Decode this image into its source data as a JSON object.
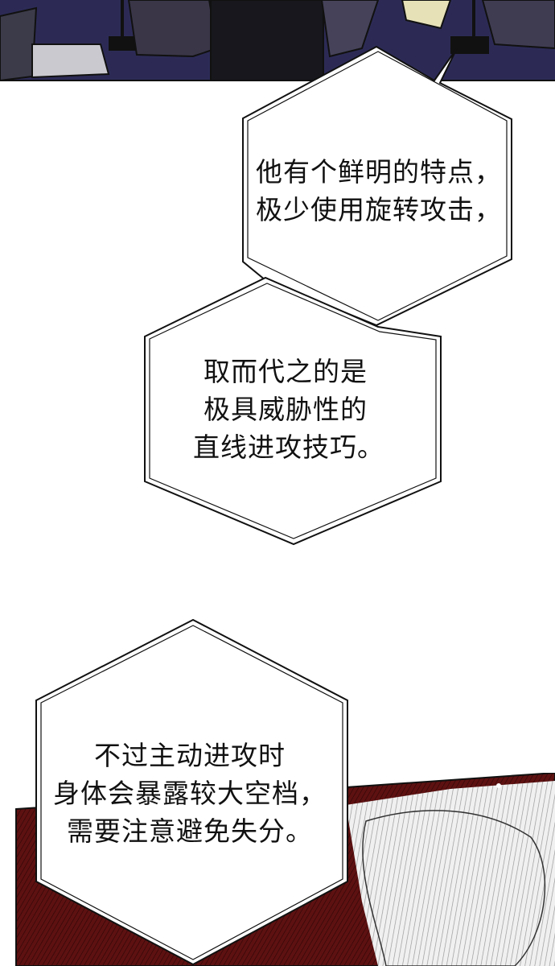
{
  "panels": {
    "top_scene": {
      "description_colors": {
        "floor": "#2c2a55",
        "dark": "#1a1a22"
      }
    },
    "bottom_scene": {
      "colors": {
        "red": "#6b1414",
        "light": "#e8e8e8"
      }
    }
  },
  "bubbles": [
    {
      "lines": [
        "他有个鲜明的特点，",
        "极少使用旋转攻击，"
      ]
    },
    {
      "lines": [
        "取而代之的是",
        "极具威胁性的",
        "直线进攻技巧。"
      ]
    },
    {
      "lines": [
        "不过主动进攻时",
        "身体会暴露较大空档，",
        "需要注意避免失分。"
      ]
    }
  ]
}
